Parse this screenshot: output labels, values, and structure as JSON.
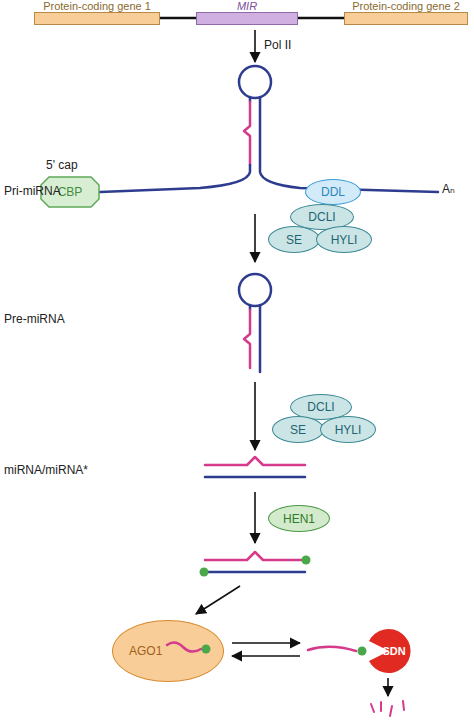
{
  "diagram": {
    "nodes": [
      {
        "text": [
          "Protein-coding gene 1"
        ]
      },
      {
        "text": [
          "MIR"
        ]
      },
      {
        "text": [
          "Protein-coding gene 2"
        ]
      },
      {
        "text": [
          "CBP"
        ]
      },
      {
        "text": [
          "DDL"
        ]
      },
      {
        "text": [
          "DCLI"
        ]
      },
      {
        "text": [
          "SE"
        ]
      },
      {
        "text": [
          "HYLI"
        ]
      },
      {
        "text": [
          "DCLI"
        ]
      },
      {
        "text": [
          "SE"
        ]
      },
      {
        "text": [
          "HYLI"
        ]
      },
      {
        "text": [
          "HEN1"
        ]
      },
      {
        "text": [
          "AGO1"
        ]
      },
      {
        "text": [
          "SDN"
        ]
      }
    ],
    "labels": [
      "Pol II",
      "5' cap",
      "Pri-miRNA",
      "Aₙ",
      "Pre-miRNA",
      "miRNA/miRNA*"
    ]
  }
}
